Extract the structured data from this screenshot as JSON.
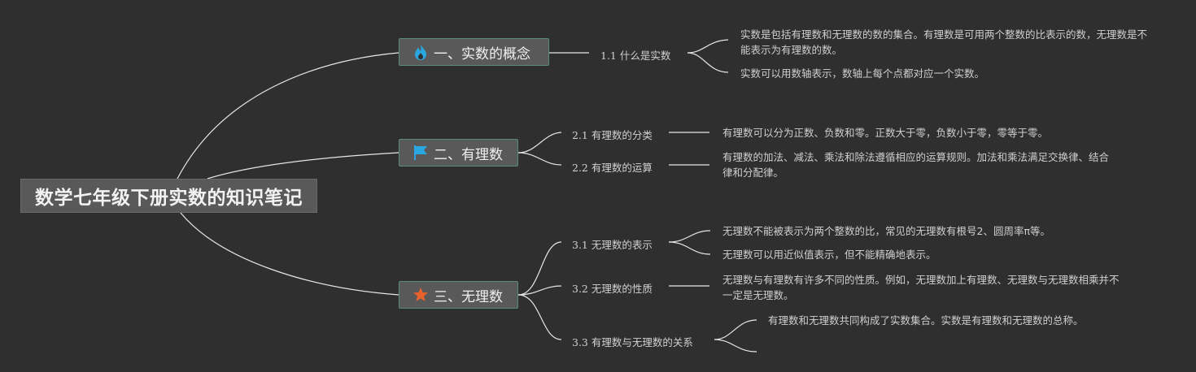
{
  "root": {
    "title": "数学七年级下册实数的知识笔记"
  },
  "topics": [
    {
      "label": "一、实数的概念",
      "icon": "fire-icon",
      "icon_color": "#2aa6e0",
      "subtopics": [
        {
          "label": "1.1 什么是实数",
          "details": [
            "实数是包括有理数和无理数的数的集合。有理数是可用两个整数的比表示的数，无理数是不能表示为有理数的数。",
            "实数可以用数轴表示，数轴上每个点都对应一个实数。"
          ]
        }
      ]
    },
    {
      "label": "二、有理数",
      "icon": "flag-icon",
      "icon_color": "#2aa6e0",
      "subtopics": [
        {
          "label": "2.1 有理数的分类",
          "details": [
            "有理数可以分为正数、负数和零。正数大于零，负数小于零，零等于零。"
          ]
        },
        {
          "label": "2.2 有理数的运算",
          "details": [
            "有理数的加法、减法、乘法和除法遵循相应的运算规则。加法和乘法满足交换律、结合律和分配律。"
          ]
        }
      ]
    },
    {
      "label": "三、无理数",
      "icon": "star-icon",
      "icon_color": "#e8622c",
      "subtopics": [
        {
          "label": "3.1 无理数的表示",
          "details": [
            "无理数不能被表示为两个整数的比，常见的无理数有根号2、圆周率π等。",
            "无理数可以用近似值表示，但不能精确地表示。"
          ]
        },
        {
          "label": "3.2 无理数的性质",
          "details": [
            "无理数与有理数有许多不同的性质。例如，无理数加上有理数、无理数与无理数相乘并不一定是无理数。"
          ]
        },
        {
          "label": "3.3 有理数与无理数的关系",
          "details": [
            "有理数和无理数共同构成了实数集合。实数是有理数和无理数的总称。",
            ""
          ]
        }
      ]
    }
  ]
}
